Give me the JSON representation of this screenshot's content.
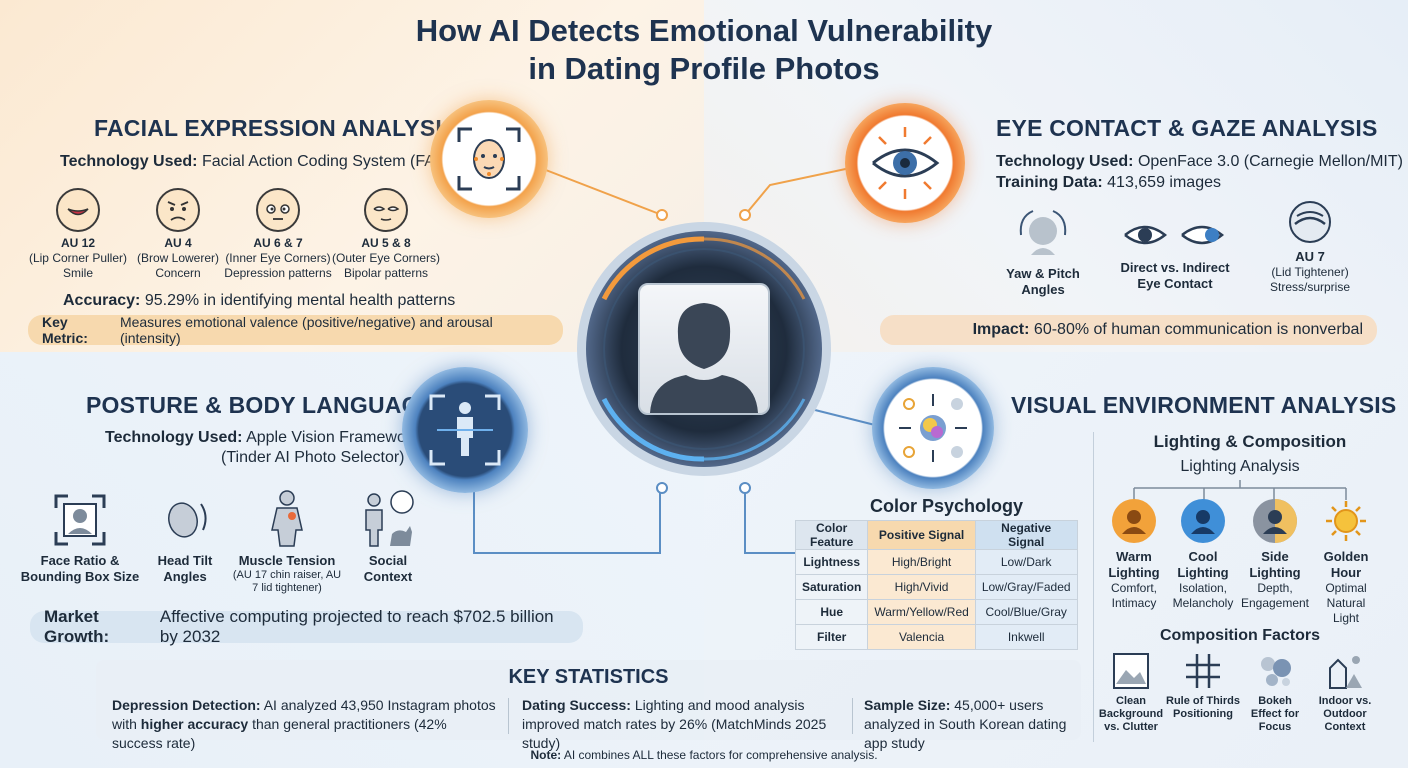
{
  "title_line1": "How AI Detects Emotional Vulnerability",
  "title_line2": "in Dating Profile Photos",
  "facial": {
    "heading": "FACIAL EXPRESSION ANALYSIS",
    "tech_label": "Technology Used:",
    "tech_value": "Facial Action Coding System (FACS)",
    "units": [
      {
        "code": "AU 12",
        "desc": "(Lip Corner Puller)",
        "meaning": "Smile"
      },
      {
        "code": "AU 4",
        "desc": "(Brow Lowerer)",
        "meaning": "Concern"
      },
      {
        "code": "AU 6 & 7",
        "desc": "(Inner Eye Corners)",
        "meaning": "Depression patterns"
      },
      {
        "code": "AU 5 & 8",
        "desc": "(Outer Eye Corners)",
        "meaning": "Bipolar patterns"
      }
    ],
    "accuracy_label": "Accuracy:",
    "accuracy_value": "95.29% in identifying mental health patterns",
    "metric_label": "Key Metric:",
    "metric_value": "Measures emotional valence (positive/negative) and arousal (intensity)"
  },
  "eye": {
    "heading": "EYE CONTACT & GAZE ANALYSIS",
    "tech_label": "Technology Used:",
    "tech_value": "OpenFace 3.0 (Carnegie Mellon/MIT)",
    "training_label": "Training Data:",
    "training_value": "413,659 images",
    "items": [
      {
        "label": "Yaw & Pitch Angles"
      },
      {
        "label": "Direct vs. Indirect Eye Contact"
      },
      {
        "label": "AU 7",
        "desc": "(Lid Tightener)",
        "meaning": "Stress/surprise"
      }
    ],
    "impact_label": "Impact:",
    "impact_value": "60-80% of human communication is nonverbal"
  },
  "posture": {
    "heading": "POSTURE & BODY LANGUAGE",
    "tech_label": "Technology Used:",
    "tech_value": "Apple Vision Framework",
    "tech_value2": "(Tinder AI Photo Selector)",
    "items": [
      {
        "label": "Face Ratio & Bounding Box Size"
      },
      {
        "label": "Head Tilt Angles"
      },
      {
        "label": "Muscle Tension",
        "desc": "(AU 17 chin raiser, AU 7 lid tightener)"
      },
      {
        "label": "Social Context"
      }
    ],
    "market_label": "Market Growth:",
    "market_value": "Affective computing projected to reach $702.5 billion by 2032"
  },
  "visual": {
    "heading": "VISUAL ENVIRONMENT ANALYSIS",
    "color_psych": "Color Psychology",
    "table_headers": [
      "Color Feature",
      "Positive Signal",
      "Negative Signal"
    ],
    "table_rows": [
      [
        "Lightness",
        "High/Bright",
        "Low/Dark"
      ],
      [
        "Saturation",
        "High/Vivid",
        "Low/Gray/Faded"
      ],
      [
        "Hue",
        "Warm/Yellow/Red",
        "Cool/Blue/Gray"
      ],
      [
        "Filter",
        "Valencia",
        "Inkwell"
      ]
    ],
    "lighting_title": "Lighting & Composition",
    "lighting_sub": "Lighting Analysis",
    "lighting": [
      {
        "label": "Warm Lighting",
        "desc": "Comfort, Intimacy",
        "color": "#f2a23a"
      },
      {
        "label": "Cool Lighting",
        "desc": "Isolation, Melancholy",
        "color": "#3f8fd8"
      },
      {
        "label": "Side Lighting",
        "desc": "Depth, Engagement",
        "color": "#8a93a0"
      },
      {
        "label": "Golden Hour",
        "desc": "Optimal Natural Light",
        "color": "#f5c23c"
      }
    ],
    "composition_title": "Composition Factors",
    "composition": [
      {
        "label": "Clean Background vs. Clutter"
      },
      {
        "label": "Rule of Thirds Positioning"
      },
      {
        "label": "Bokeh Effect for Focus"
      },
      {
        "label": "Indoor vs. Outdoor Context"
      }
    ]
  },
  "stats": {
    "heading": "KEY STATISTICS",
    "s1_bold": "Depression Detection:",
    "s1_text": "AI analyzed 43,950 Instagram photos with",
    "s1_bold2": "higher accuracy",
    "s1_text2": "than general practitioners (42% success rate)",
    "s2_bold": "Dating Success:",
    "s2_text": "Lighting and mood analysis improved match rates by 26% (MatchMinds 2025 study)",
    "s3_bold": "Sample Size:",
    "s3_text": "45,000+ users analyzed in South Korean dating app study",
    "note_bold": "Note:",
    "note_text": "AI combines ALL these factors for comprehensive analysis."
  }
}
